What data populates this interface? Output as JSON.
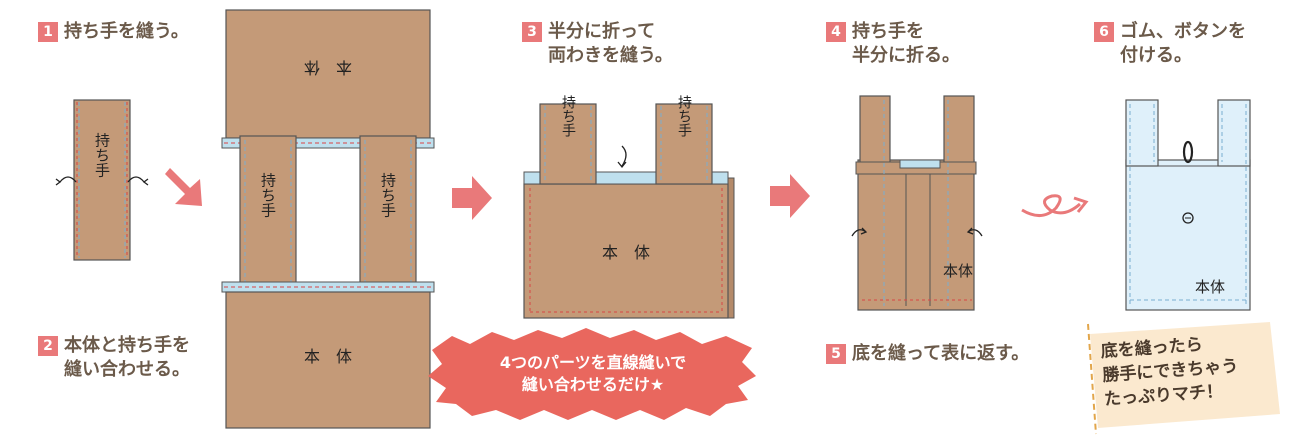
{
  "steps": {
    "s1": {
      "num": "1",
      "text": "持ち手を縫う。"
    },
    "s2": {
      "num": "2",
      "line1": "本体と持ち手を",
      "line2": "縫い合わせる。"
    },
    "s3": {
      "num": "3",
      "line1": "半分に折って",
      "line2": "両わきを縫う。"
    },
    "s4": {
      "num": "4",
      "line1": "持ち手を",
      "line2": "半分に折る。"
    },
    "s5": {
      "num": "5",
      "text": "底を縫って表に返す。"
    },
    "s6": {
      "num": "6",
      "line1": "ゴム、ボタンを",
      "line2": "付ける。"
    }
  },
  "labels": {
    "handle": "持ち手",
    "body": "本体",
    "body_spaced": "本　体",
    "body_flipped": "本　体"
  },
  "burst": {
    "line1": "4つのパーツを直線縫いで",
    "line2": "縫い合わせるだけ★"
  },
  "note": {
    "line1": "底を縫ったら",
    "line2": "勝手にできちゃう",
    "line3": "たっぷりマチ！"
  },
  "colors": {
    "fabric": "#c49a78",
    "seam_blue": "#bfe0ee",
    "stitch_red": "#d94545",
    "accent": "#e9797a",
    "bag_blue": "#dff0fa",
    "note_bg": "#fbe9cf"
  }
}
